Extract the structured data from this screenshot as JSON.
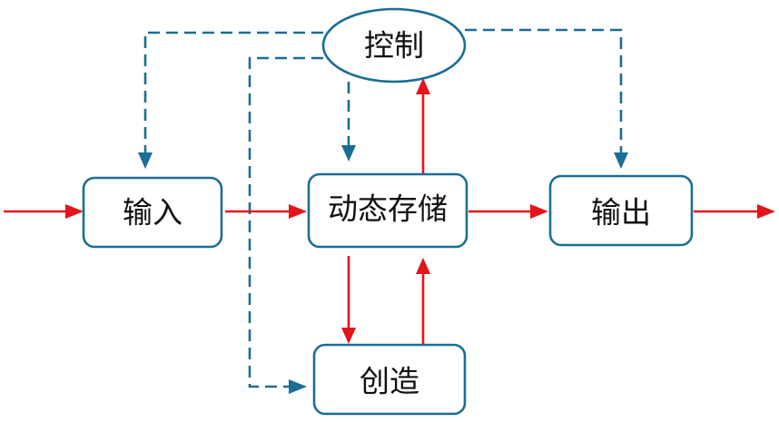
{
  "nodes": {
    "control": "控制",
    "input": "输入",
    "dynamic_storage": "动态存储",
    "output": "输出",
    "create": "创造"
  },
  "colors": {
    "data_flow": "#e4141b",
    "control_flow": "#1a6e93",
    "node_border": "#1a6e93"
  }
}
